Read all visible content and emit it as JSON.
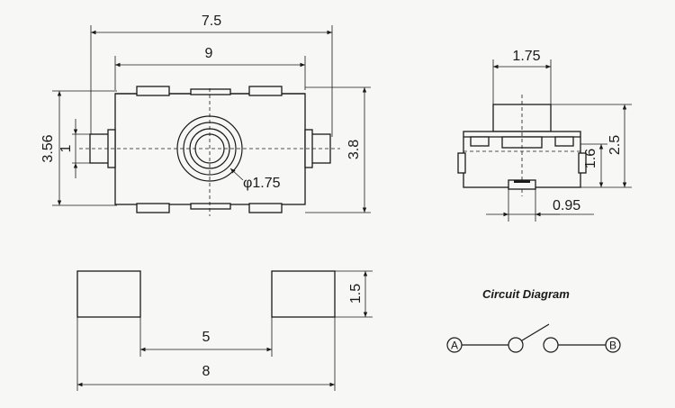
{
  "dimensions": {
    "top_width_outer": "7.5",
    "top_width_inner": "9",
    "left_height_outer": "3.56",
    "left_height_inner": "1",
    "right_height": "3.8",
    "button_diameter": "φ1.75",
    "side_button_width": "1.75",
    "side_height_total": "2.5",
    "side_height_body": "1.6",
    "side_pin_width": "0.95",
    "pad_height": "1.5",
    "pad_gap": "5",
    "pad_span": "8"
  },
  "circuit": {
    "title": "Circuit Diagram",
    "terminal_a": "A",
    "terminal_b": "B"
  },
  "colors": {
    "line": "#1a1a1a",
    "background": "#f7f7f6"
  }
}
